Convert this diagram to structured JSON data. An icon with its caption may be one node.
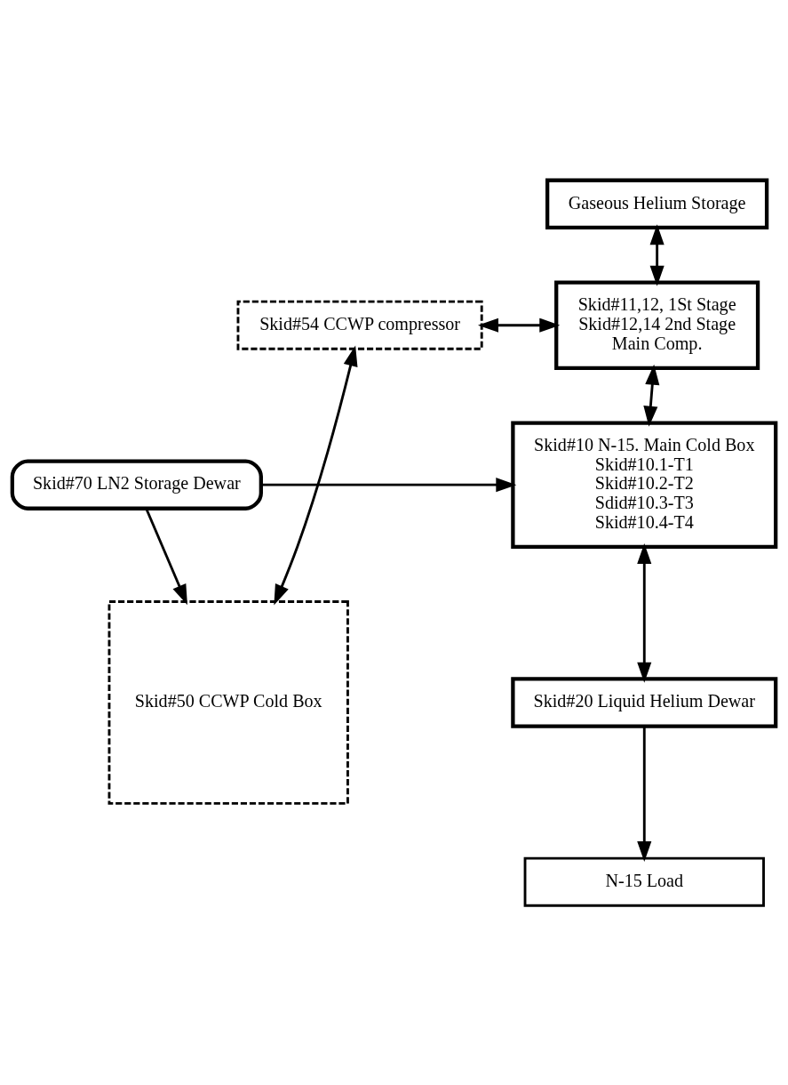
{
  "diagram": {
    "nodes": [
      {
        "text": [
          "Gaseous Helium Storage"
        ]
      },
      {
        "text": [
          "Skid#54 CCWP compressor"
        ]
      },
      {
        "text": [
          "Skid#11,12, 1St Stage",
          "Skid#12,14 2nd Stage",
          "Main Comp."
        ]
      },
      {
        "text": [
          "Skid#70 LN2 Storage Dewar"
        ]
      },
      {
        "text": [
          "Skid#10 N-15. Main Cold Box",
          "Skid#10.1-T1",
          "Skid#10.2-T2",
          "Sdid#10.3-T3",
          "Skid#10.4-T4"
        ]
      },
      {
        "text": [
          "Skid#50 CCWP Cold Box"
        ]
      },
      {
        "text": [
          "Skid#20 Liquid Helium Dewar"
        ]
      },
      {
        "text": [
          "N-15 Load"
        ]
      }
    ],
    "edges": [
      {
        "from": 0,
        "to": 2,
        "arrow": "both"
      },
      {
        "from": 1,
        "to": 2,
        "arrow": "both"
      },
      {
        "from": 1,
        "to": 5,
        "arrow": "both"
      },
      {
        "from": 2,
        "to": 4,
        "arrow": "both"
      },
      {
        "from": 3,
        "to": 5,
        "arrow": "to"
      },
      {
        "from": 3,
        "to": 4,
        "arrow": "to"
      },
      {
        "from": 4,
        "to": 6,
        "arrow": "both"
      },
      {
        "from": 6,
        "to": 7,
        "arrow": "to"
      }
    ]
  }
}
